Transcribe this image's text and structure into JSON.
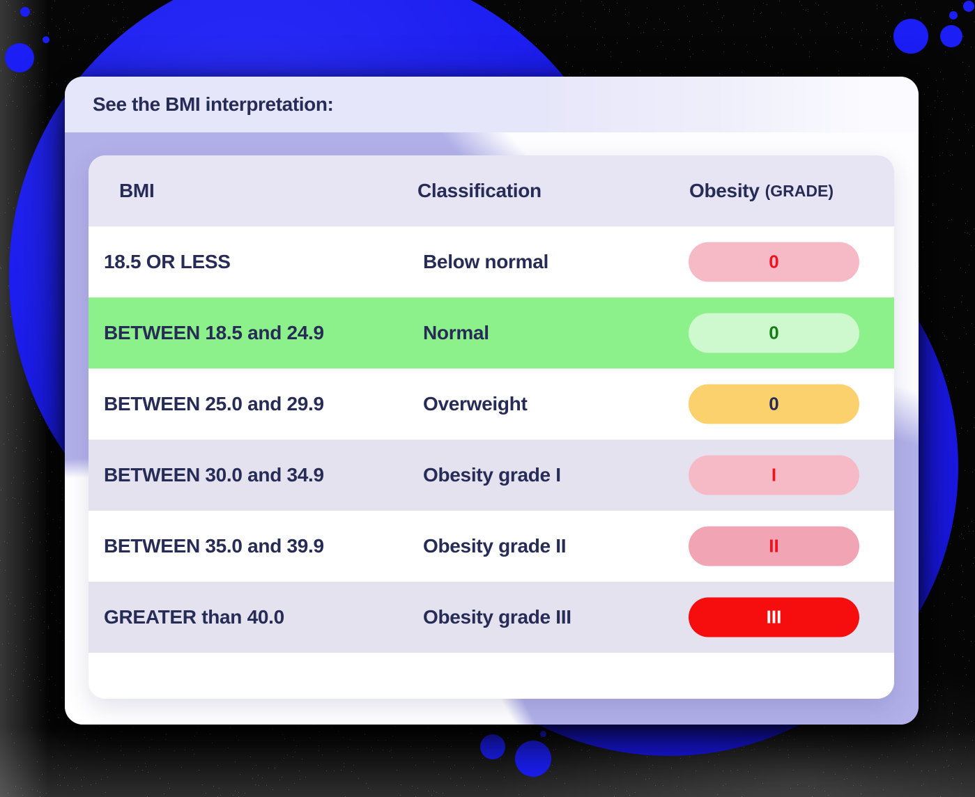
{
  "page": {
    "title": "See the BMI interpretation:"
  },
  "table": {
    "columns": [
      {
        "label": "BMI"
      },
      {
        "label": "Classification"
      },
      {
        "label": "Obesity",
        "suffix": "(GRADE)"
      }
    ],
    "rows": [
      {
        "bmi": "18.5 OR LESS",
        "classification": "Below normal",
        "grade": "0",
        "zebra": "white",
        "badge": "pink",
        "selected": false
      },
      {
        "bmi": "BETWEEN 18.5 and 24.9",
        "classification": "Normal",
        "grade": "0",
        "zebra": "green",
        "badge": "green",
        "selected": true
      },
      {
        "bmi": "BETWEEN 25.0 and 29.9",
        "classification": "Overweight",
        "grade": "0",
        "zebra": "white",
        "badge": "amber",
        "selected": false
      },
      {
        "bmi": "BETWEEN 30.0 and 34.9",
        "classification": "Obesity grade I",
        "grade": "I",
        "zebra": "lavender",
        "badge": "pink",
        "selected": false
      },
      {
        "bmi": "BETWEEN 35.0 and 39.9",
        "classification": "Obesity grade II",
        "grade": "II",
        "zebra": "white",
        "badge": "rose",
        "selected": false
      },
      {
        "bmi": "GREATER than 40.0",
        "classification": "Obesity grade III",
        "grade": "III",
        "zebra": "lavender",
        "badge": "red",
        "selected": false
      }
    ]
  },
  "colors": {
    "navy_text": "#262c55",
    "title_band": "#e6e6fa",
    "periwinkle": "#b1b0e8",
    "header_bg": "#e7e4f3",
    "row_white": "#ffffff",
    "row_green": "#8df18b",
    "row_lavender": "#e5e2f0",
    "accent_blue": "#1b1cf2",
    "badge_pink_bg": "#f6bac6",
    "badge_pink_text": "#ef1220",
    "badge_green_bg": "#cef8ce",
    "badge_green_text": "#157d15",
    "badge_amber_bg": "#fbd16d",
    "badge_amber_text": "#252b54",
    "badge_rose_bg": "#f0a4b4",
    "badge_rose_text": "#ef1220",
    "badge_red_bg": "#f60e0e",
    "badge_red_text": "#ffffff"
  }
}
